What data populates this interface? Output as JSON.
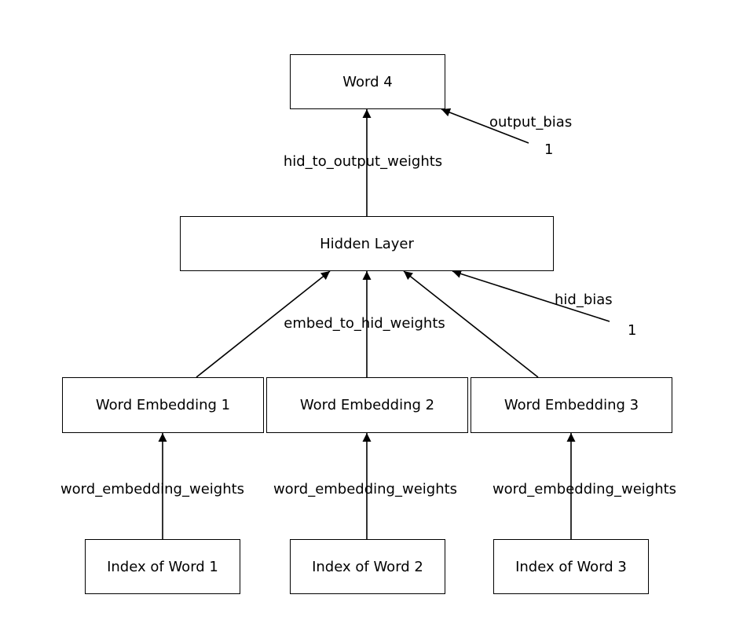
{
  "nodes": {
    "word4": "Word 4",
    "hidden_layer": "Hidden Layer",
    "embedding1": "Word Embedding 1",
    "embedding2": "Word Embedding 2",
    "embedding3": "Word Embedding 3",
    "index1": "Index of Word 1",
    "index2": "Index of Word 2",
    "index3": "Index of Word 3"
  },
  "edges": {
    "hid_to_output": "hid_to_output_weights",
    "output_bias": "output_bias",
    "output_bias_input": "1",
    "embed_to_hid": "embed_to_hid_weights",
    "hid_bias": "hid_bias",
    "hid_bias_input": "1",
    "word_embedding_1": "word_embedding_weights",
    "word_embedding_2": "word_embedding_weights",
    "word_embedding_3": "word_embedding_weights"
  }
}
